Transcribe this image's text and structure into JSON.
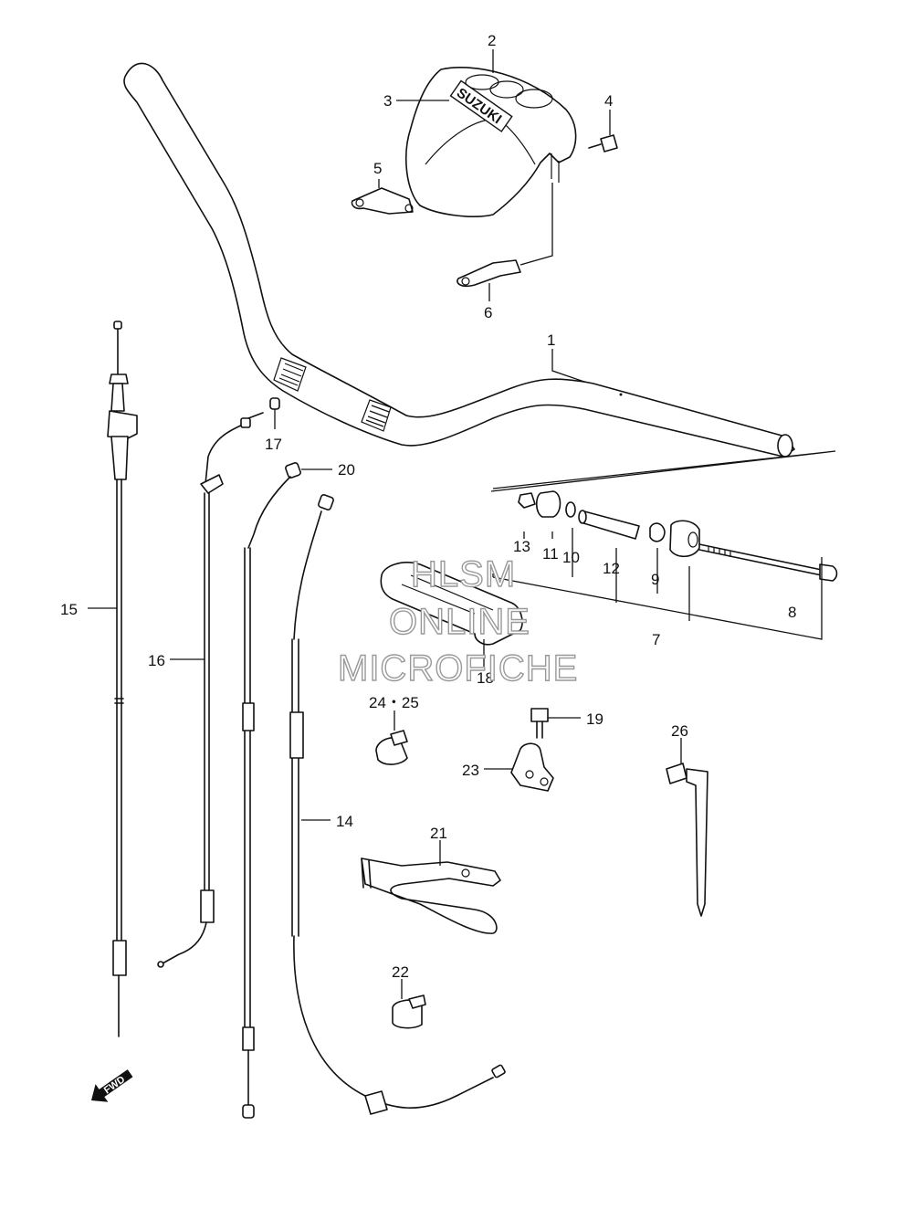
{
  "diagram": {
    "callouts": [
      {
        "id": "c1",
        "label": "1"
      },
      {
        "id": "c2",
        "label": "2"
      },
      {
        "id": "c3",
        "label": "3"
      },
      {
        "id": "c4",
        "label": "4"
      },
      {
        "id": "c5",
        "label": "5"
      },
      {
        "id": "c6",
        "label": "6"
      },
      {
        "id": "c7",
        "label": "7"
      },
      {
        "id": "c8",
        "label": "8"
      },
      {
        "id": "c9",
        "label": "9"
      },
      {
        "id": "c10",
        "label": "10"
      },
      {
        "id": "c11",
        "label": "11"
      },
      {
        "id": "c12",
        "label": "12"
      },
      {
        "id": "c13",
        "label": "13"
      },
      {
        "id": "c14",
        "label": "14"
      },
      {
        "id": "c15",
        "label": "15"
      },
      {
        "id": "c16",
        "label": "16"
      },
      {
        "id": "c17",
        "label": "17"
      },
      {
        "id": "c18",
        "label": "18"
      },
      {
        "id": "c19",
        "label": "19"
      },
      {
        "id": "c20",
        "label": "20"
      },
      {
        "id": "c21",
        "label": "21"
      },
      {
        "id": "c22",
        "label": "22"
      },
      {
        "id": "c23",
        "label": "23"
      },
      {
        "id": "c24",
        "label": "24・25"
      },
      {
        "id": "c26",
        "label": "26"
      }
    ],
    "logo_text": "SUZUKI",
    "direction_label": "FWD",
    "watermark": [
      "HLSM",
      "ONLINE",
      "MICROFICHE"
    ]
  }
}
